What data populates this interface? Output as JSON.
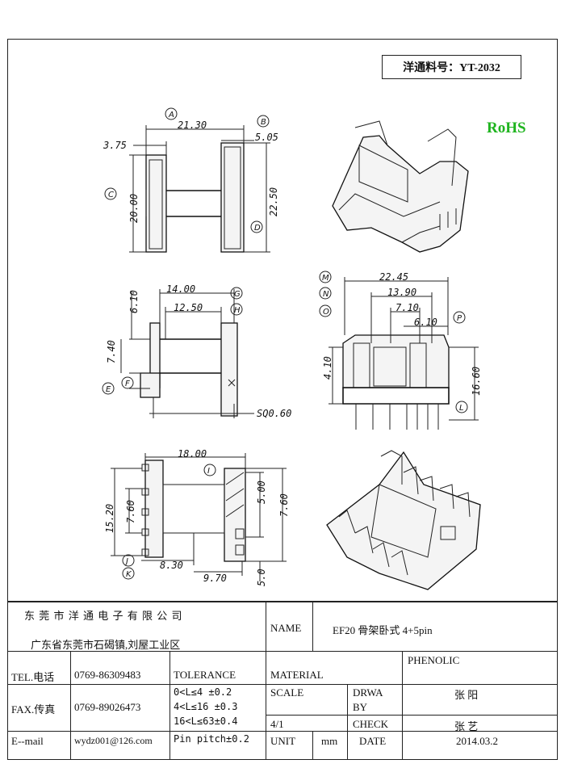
{
  "part_number": "洋通料号：YT-2032",
  "rohs": "RoHS",
  "dimensions": {
    "A": "A",
    "B": "B",
    "C": "C",
    "D": "D",
    "E": "E",
    "F": "F",
    "G": "G",
    "H": "H",
    "I": "I",
    "J": "J",
    "K": "K",
    "L": "L",
    "M": "M",
    "N": "N",
    "O": "O",
    "P": "P",
    "d_21_30": "21.30",
    "d_3_75": "3.75",
    "d_5_05": "5.05",
    "d_20_00": "20.00",
    "d_22_50": "22.50",
    "d_14_00": "14.00",
    "d_12_50": "12.50",
    "d_6_10_a": "6.10",
    "d_7_40": "7.40",
    "d_sq": "SQ0.60",
    "d_22_45": "22.45",
    "d_13_90": "13.90",
    "d_7_10": "7.10",
    "d_6_10_b": "6.10",
    "d_4_10": "4.10",
    "d_16_60": "16.60",
    "d_18_00": "18.00",
    "d_15_20": "15.20",
    "d_7_60_a": "7.60",
    "d_5_00_a": "5.00",
    "d_7_60_b": "7.60",
    "d_8_30": "8.30",
    "d_9_70": "9.70",
    "d_5_0": "5.0"
  },
  "title_block": {
    "company": "东 莞 市 洋 通 电 子 有 限 公 司",
    "address": "广东省东莞市石碣镇,刘屋工业区",
    "name_label": "NAME",
    "name_value": "EF20 骨架卧式 4+5pin",
    "tel_label": "TEL.电话",
    "tel_value": "0769-86309483",
    "fax_label": "FAX.传真",
    "fax_value": "0769-89026473",
    "email_label": "E--mail",
    "email_value": "wydz001@126.com",
    "tolerance_label": "TOLERANCE",
    "tol_1": "0<L≤4   ±0.2",
    "tol_2": "4<L≤16  ±0.3",
    "tol_3": "16<L≤63±0.4",
    "tol_4": "Pin pitch±0.2",
    "material_label": "MATERIAL",
    "material_value": "PHENOLIC",
    "scale_label": "SCALE",
    "scale_value": "4/1",
    "drawn_label_1": "DRWA",
    "drawn_label_2": "BY",
    "drawn_value": "张 阳",
    "check_label": "CHECK",
    "check_value": "张 艺",
    "unit_label": "UNIT",
    "unit_value": "mm",
    "date_label": "DATE",
    "date_value": "2014.03.2"
  }
}
